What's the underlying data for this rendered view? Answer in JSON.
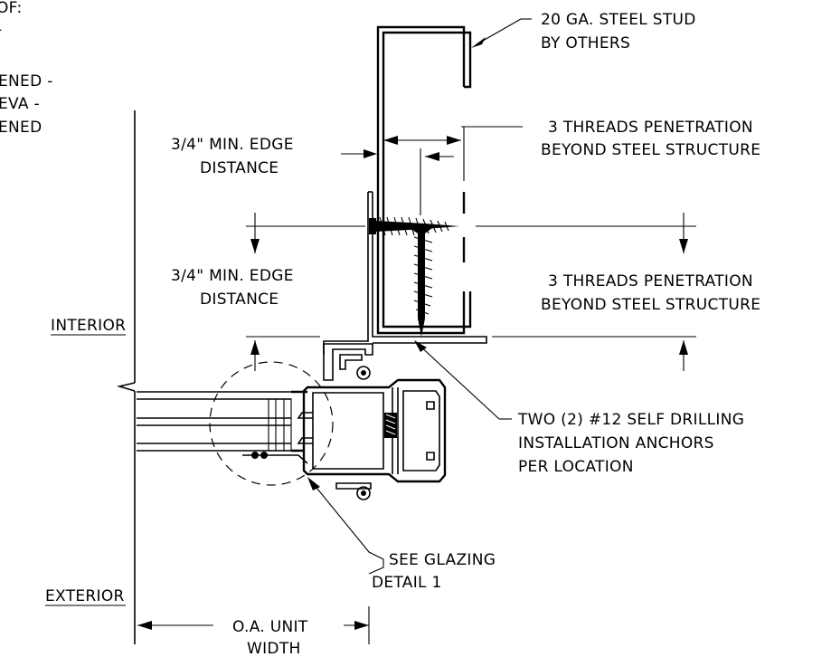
{
  "top_left_fragments": [
    "OF:",
    "-",
    "ENED -",
    "EVA -",
    "ENED"
  ],
  "labels": {
    "stud_line1": "20 GA. STEEL STUD",
    "stud_line2": "BY OTHERS",
    "edge_top_line1": "3/4\" MIN. EDGE",
    "edge_top_line2": "DISTANCE",
    "threads_top_line1": "3 THREADS PENETRATION",
    "threads_top_line2": "BEYOND STEEL STRUCTURE",
    "edge_mid_line1": "3/4\" MIN. EDGE",
    "edge_mid_line2": "DISTANCE",
    "threads_mid_line1": "3 THREADS PENETRATION",
    "threads_mid_line2": "BEYOND STEEL STRUCTURE",
    "interior": "INTERIOR",
    "exterior": "EXTERIOR",
    "anchors_line1": "TWO (2) #12 SELF DRILLING",
    "anchors_line2": "INSTALLATION ANCHORS",
    "anchors_line3": "PER LOCATION",
    "glazing_line1": "SEE GLAZING",
    "glazing_line2": "DETAIL 1",
    "width_line1": "O.A. UNIT",
    "width_line2": "WIDTH"
  }
}
